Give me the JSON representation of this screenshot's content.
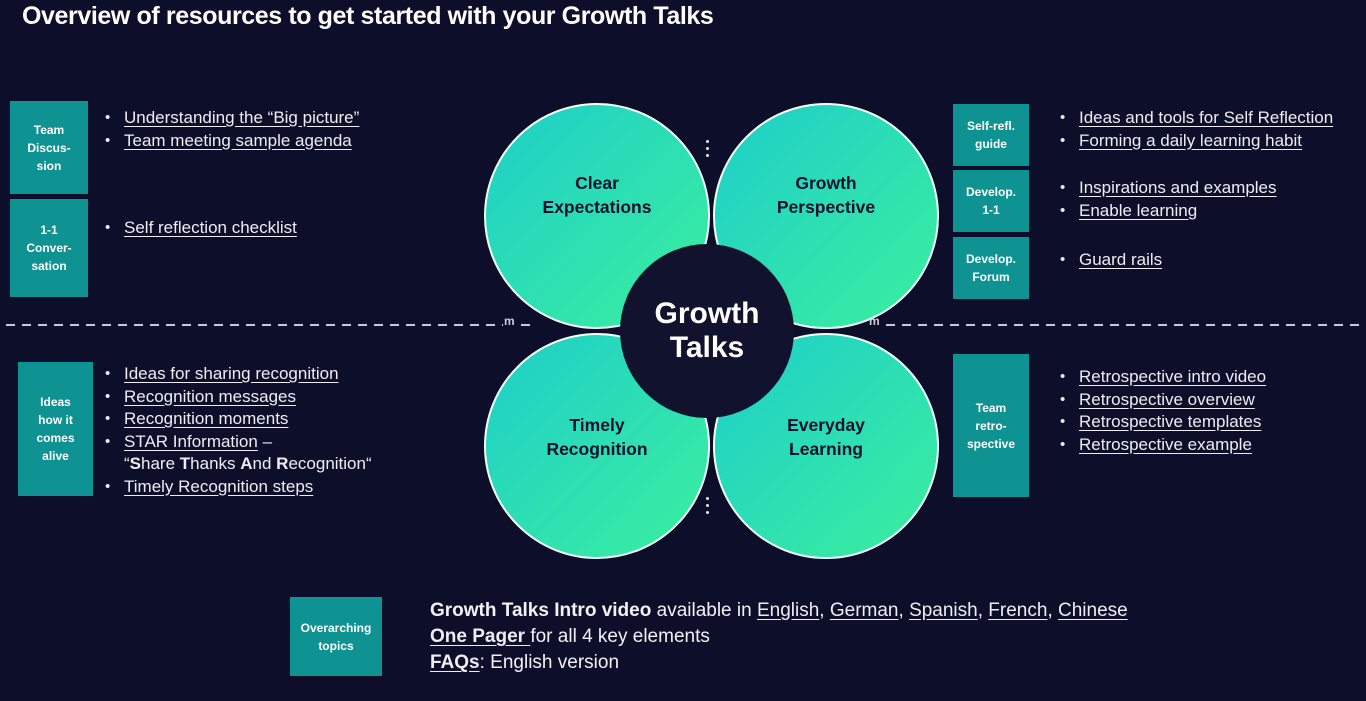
{
  "title": "Overview of resources to get started with your Growth Talks",
  "colors": {
    "background": "#0d0f2a",
    "teal_box": "#0e9292",
    "petal_gradient_start": "#1ecfc9",
    "petal_gradient_end": "#3bee9e",
    "core_circle": "#10122e",
    "link_text": "#ededf2",
    "dashed_line": "#c9cbd5"
  },
  "flower": {
    "center_label": "Growth\nTalks",
    "petals": [
      {
        "label": "Clear\nExpectations"
      },
      {
        "label": "Growth\nPerspective"
      },
      {
        "label": "Timely\nRecognition"
      },
      {
        "label": "Everyday\nLearning"
      }
    ]
  },
  "left_sections": [
    {
      "box_label": "Team\nDiscus-\nsion",
      "items": [
        {
          "label": "Understanding the “Big picture”"
        },
        {
          "label": "Team meeting sample agenda"
        }
      ]
    },
    {
      "box_label": "1-1\nConver-\nsation",
      "items": [
        {
          "label": "Self reflection checklist"
        }
      ]
    },
    {
      "box_label": "Ideas\nhow it\ncomes\nalive",
      "items": [
        {
          "label": "Ideas for sharing recognition"
        },
        {
          "label": "Recognition messages"
        },
        {
          "label": "Recognition moments"
        },
        {
          "link": "STAR Information",
          "suffix": " –",
          "line2": [
            {
              "t": "“"
            },
            {
              "t": "S",
              "b": 1
            },
            {
              "t": "hare "
            },
            {
              "t": "T",
              "b": 1
            },
            {
              "t": "hanks "
            },
            {
              "t": "A",
              "b": 1
            },
            {
              "t": "nd "
            },
            {
              "t": "R",
              "b": 1
            },
            {
              "t": "ecognition“"
            }
          ]
        },
        {
          "label": "Timely Recognition steps"
        }
      ]
    }
  ],
  "right_sections": [
    {
      "box_label": "Self-refl.\nguide",
      "items": [
        {
          "label": "Ideas and tools for Self Reflection"
        },
        {
          "label": "Forming a daily learning habit"
        }
      ]
    },
    {
      "box_label": "Develop.\n1-1",
      "items": [
        {
          "label": "Inspirations and examples"
        },
        {
          "label": "Enable learning"
        }
      ]
    },
    {
      "box_label": "Develop.\nForum",
      "items": [
        {
          "label": "Guard rails"
        }
      ]
    },
    {
      "box_label": "Team\nretro-\nspective",
      "items": [
        {
          "label": "Retrospective intro video"
        },
        {
          "label": "Retrospective overview"
        },
        {
          "label": "Retrospective templates"
        },
        {
          "label": "Retrospective example"
        }
      ]
    }
  ],
  "footer": {
    "box_label": "Overarching\ntopics",
    "lines": [
      [
        {
          "t": "Growth Talks Intro video",
          "b": 1
        },
        {
          "t": " available in "
        },
        {
          "t": "English",
          "u": 1
        },
        {
          "t": ", "
        },
        {
          "t": "German",
          "u": 1
        },
        {
          "t": ", "
        },
        {
          "t": "Spanish",
          "u": 1
        },
        {
          "t": ", "
        },
        {
          "t": "French",
          "u": 1
        },
        {
          "t": ", "
        },
        {
          "t": "Chinese",
          "u": 1
        }
      ],
      [
        {
          "t": "One Pager ",
          "b": 1,
          "u": 1
        },
        {
          "t": "for all 4 key elements"
        }
      ],
      [
        {
          "t": "FAQs",
          "b": 1,
          "u": 1
        },
        {
          "t": ": English version"
        }
      ]
    ]
  },
  "decorations": {
    "squiggle_left": "m",
    "squiggle_right": "m",
    "dots_icon": "vertical-ellipsis"
  }
}
